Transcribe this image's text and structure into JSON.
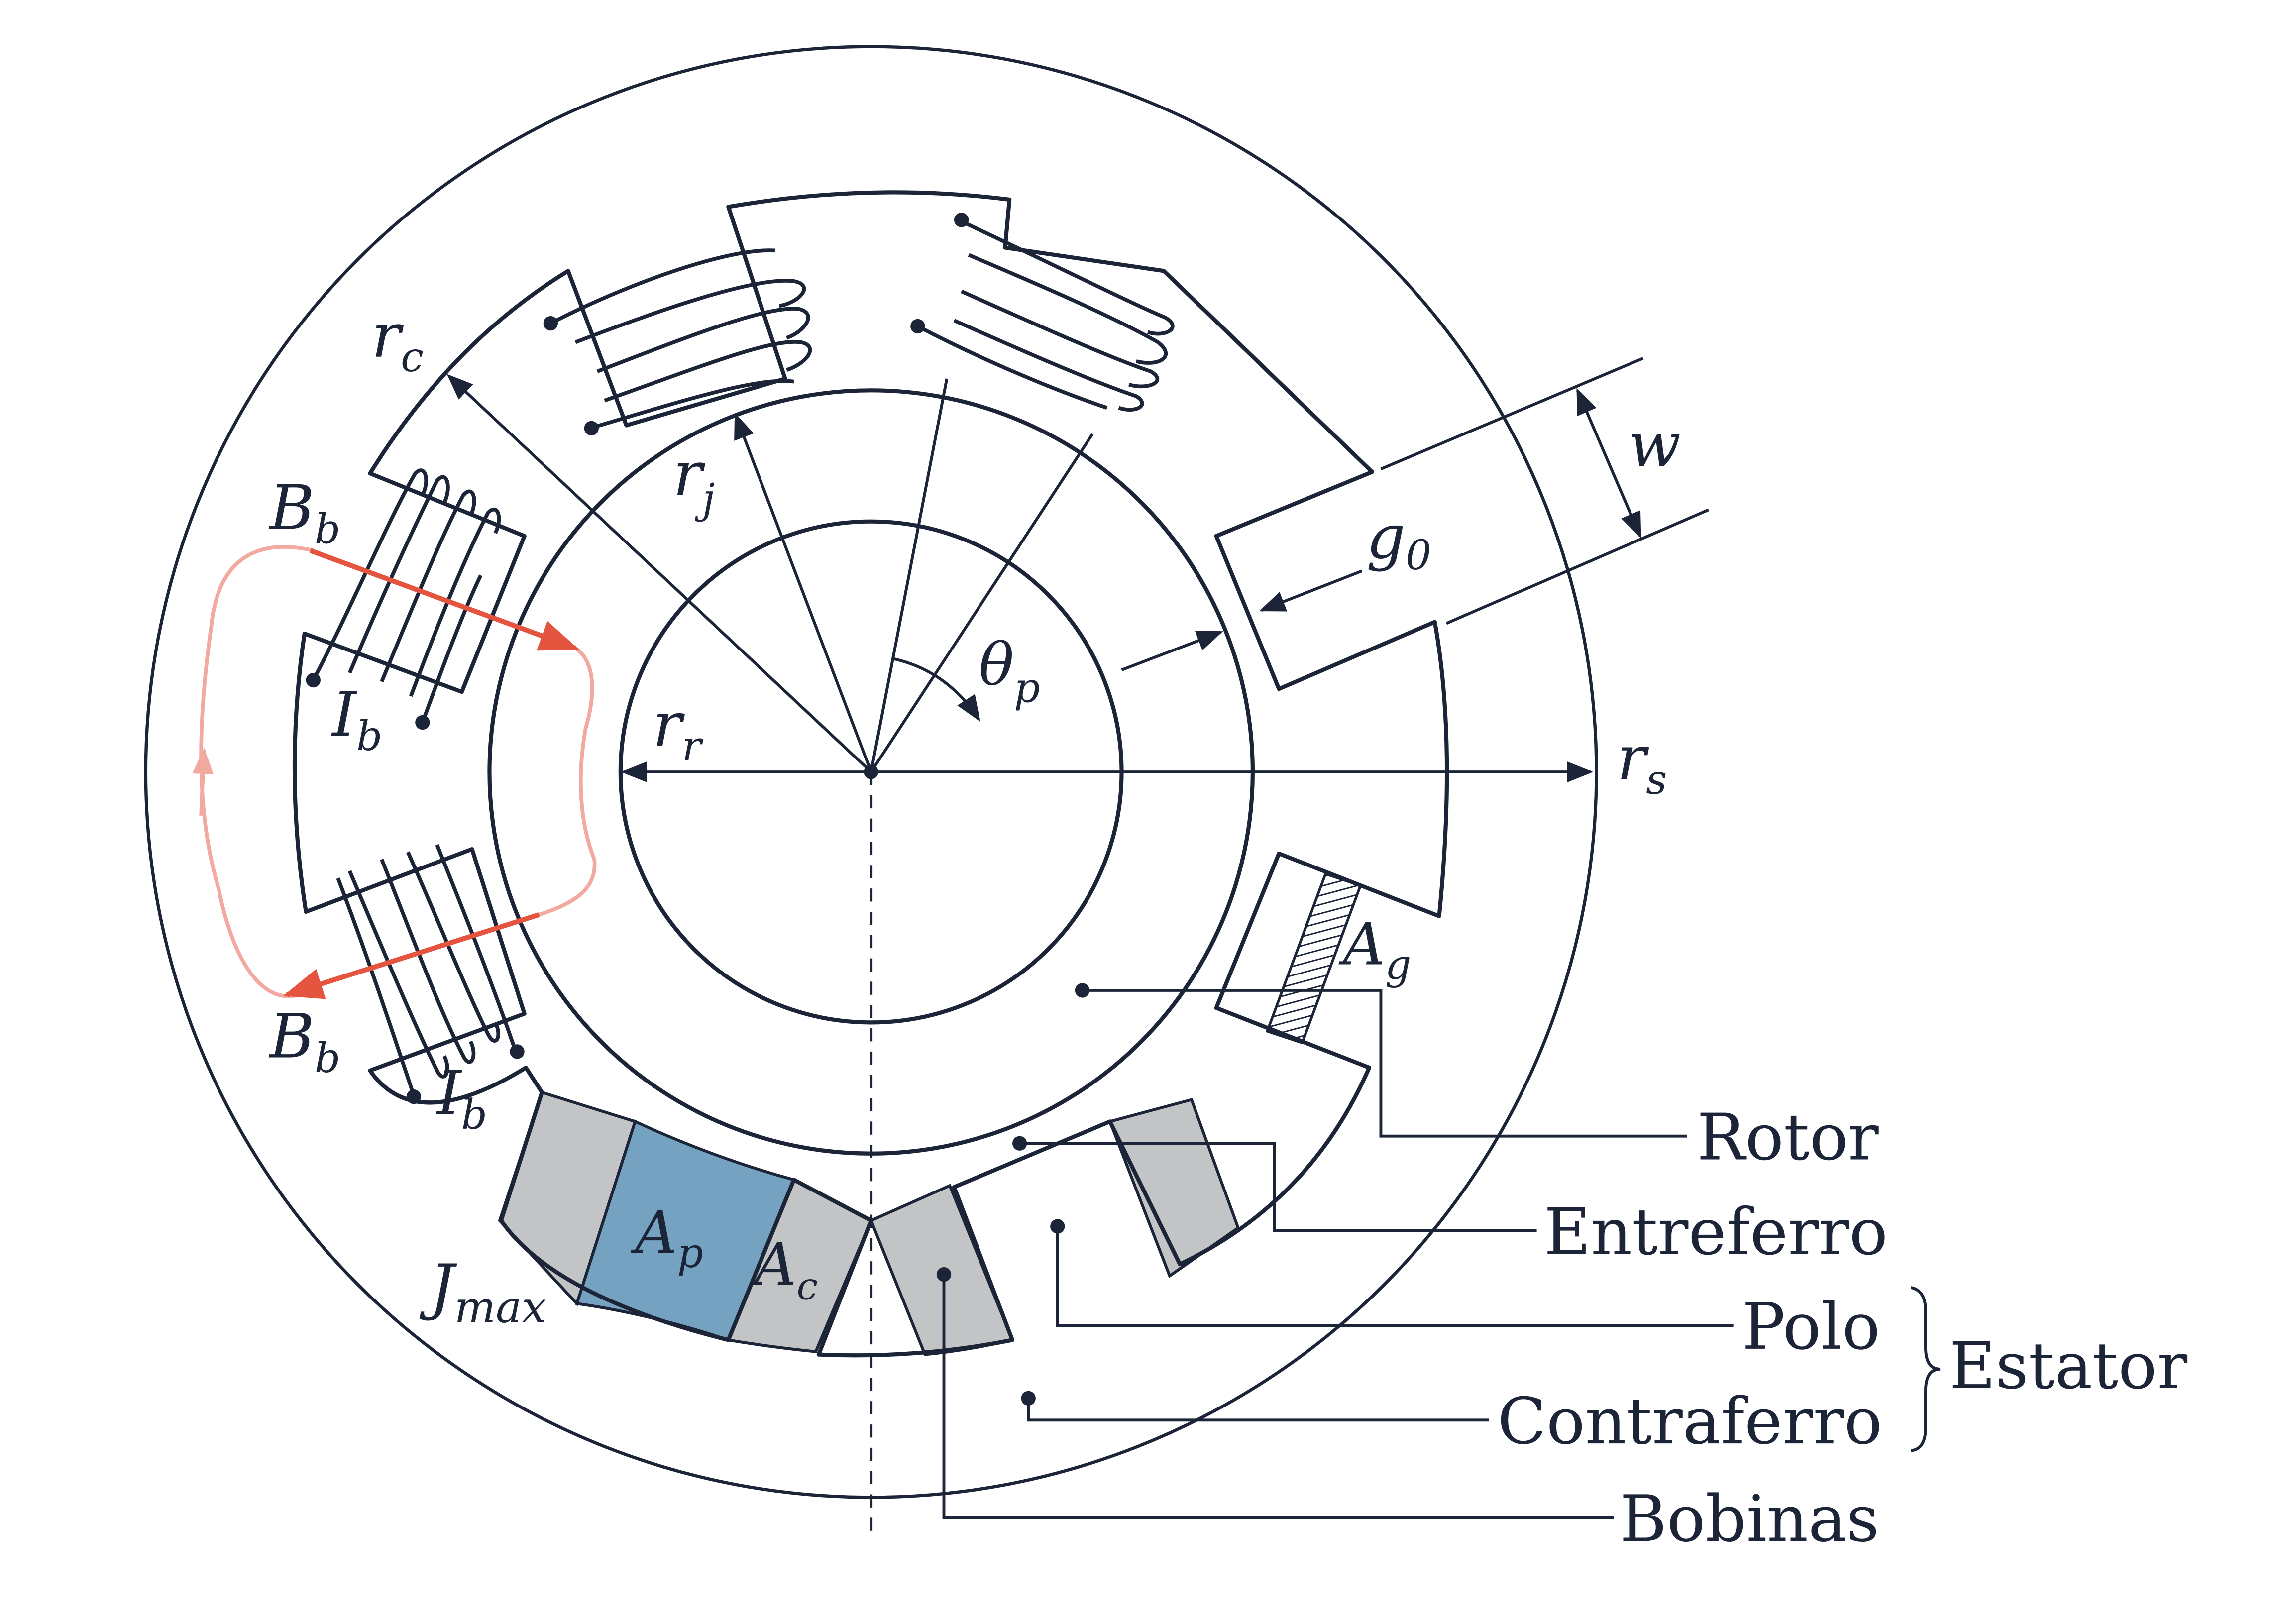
{
  "labels": {
    "rc": {
      "main": "r",
      "sub": "c"
    },
    "rj": {
      "main": "r",
      "sub": "j"
    },
    "rr": {
      "main": "r",
      "sub": "r"
    },
    "rs": {
      "main": "r",
      "sub": "s"
    },
    "theta": {
      "main": "θ",
      "sub": "p"
    },
    "w": {
      "main": "w"
    },
    "g0": {
      "main": "g",
      "sub": "0"
    },
    "Bb_top": {
      "main": "B",
      "sub": "b"
    },
    "Bb_bottom": {
      "main": "B",
      "sub": "b"
    },
    "Ib_top": {
      "main": "I",
      "sub": "b"
    },
    "Ib_bottom": {
      "main": "I",
      "sub": "b"
    },
    "Ag": {
      "main": "A",
      "sub": "g"
    },
    "Ap": {
      "main": "A",
      "sub": "p"
    },
    "Ac": {
      "main": "A",
      "sub": "c"
    },
    "Jmax": {
      "main": "J",
      "sub": "max"
    }
  },
  "legend": {
    "rotor": "Rotor",
    "entreferro": "Entreferro",
    "polo": "Polo",
    "contraferro": "Contraferro",
    "bobinas": "Bobinas",
    "estator": "Estator"
  },
  "colors": {
    "ink": "#1c2438",
    "flux": "#e5543e",
    "flux_light": "#f2a9a0",
    "coil_fill": "#c3c4c6",
    "ap_fill": "#76a2c2"
  }
}
